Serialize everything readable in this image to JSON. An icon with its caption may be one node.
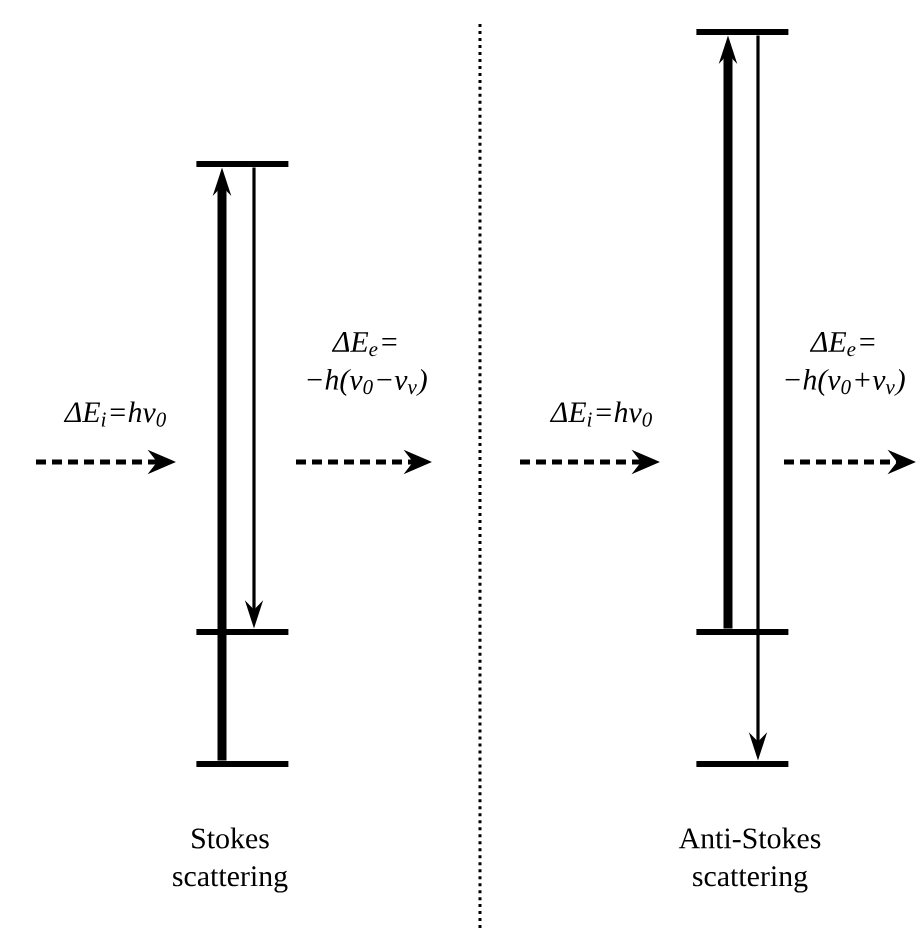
{
  "diagram": {
    "nodes": [
      {
        "text": [],
        "shape": "bar"
      },
      {
        "text": [],
        "shape": "bar"
      },
      {
        "text": [],
        "shape": "bar"
      },
      {
        "text": [],
        "shape": "bar"
      },
      {
        "text": [],
        "shape": "bar"
      },
      {
        "text": [],
        "shape": "bar"
      }
    ],
    "edges": [
      {
        "from": 2,
        "to": 0,
        "arrow": "to",
        "style": "thick"
      },
      {
        "from": 0,
        "to": 1,
        "arrow": "to"
      },
      {
        "from": 4,
        "to": 3,
        "arrow": "to",
        "style": "thick"
      },
      {
        "from": 3,
        "to": 5,
        "arrow": "to"
      }
    ],
    "labels": [
      "ΔE$_{i}$=hv$_{0}$",
      "ΔE$_{e}$= −h(v$_{0}$−v$_{v}$)",
      "ΔE$_{i}$=hv$_{0}$",
      "ΔE$_{e}$= −h(v$_{0}$+v$_{v}$)",
      "Stokes scattering",
      "Anti-Stokes scattering"
    ]
  }
}
